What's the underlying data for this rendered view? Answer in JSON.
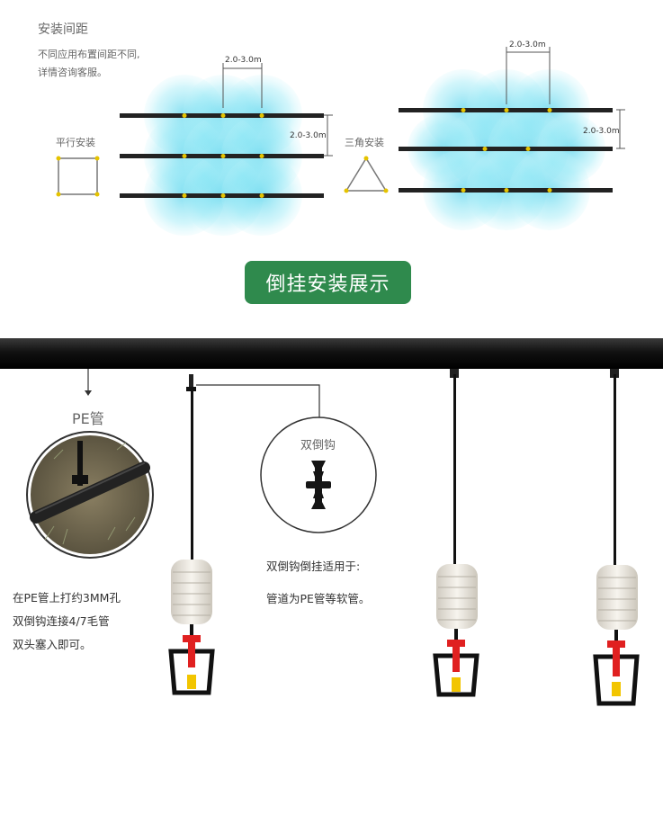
{
  "spacing": {
    "title": "安装间距",
    "desc_line1": "不同应用布置间距不同,",
    "desc_line2": "详情咨询客服。",
    "parallel_label": "平行安装",
    "triangle_label": "三角安装",
    "dim_left_top": "2.0-3.0m",
    "dim_left_side": "2.0-3.0m",
    "dim_right_top": "2.0-3.0m",
    "dim_right_side": "2.0-3.0m"
  },
  "banner": {
    "text": "倒挂安装展示"
  },
  "install": {
    "pe_label": "PE管",
    "connector_label": "双倒钩",
    "left_note": [
      "在PE管上打约3MM孔",
      "双倒钩连接4/7毛管",
      "双头塞入即可。"
    ],
    "center_note": [
      "双倒钩倒挂适用于:",
      "管道为PE管等软管。"
    ]
  },
  "colors": {
    "banner": "#2f8a4d",
    "spray": "#3fd0e8",
    "pipe": "#1a1a1a",
    "nozzle": "#e02020",
    "nozzle_core": "#f2c500"
  }
}
